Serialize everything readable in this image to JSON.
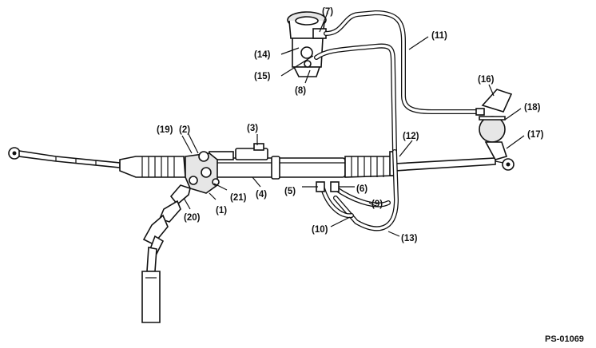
{
  "figure_code": "PS-01069",
  "callouts": {
    "c1": "(1)",
    "c2": "(2)",
    "c3": "(3)",
    "c4": "(4)",
    "c5": "(5)",
    "c6": "(6)",
    "c7": "(7)",
    "c8": "(8)",
    "c9": "(9)",
    "c10": "(10)",
    "c11": "(11)",
    "c12": "(12)",
    "c13": "(13)",
    "c14": "(14)",
    "c15": "(15)",
    "c16": "(16)",
    "c17": "(17)",
    "c18": "(18)",
    "c19": "(19)",
    "c20": "(20)",
    "c21": "(21)"
  }
}
